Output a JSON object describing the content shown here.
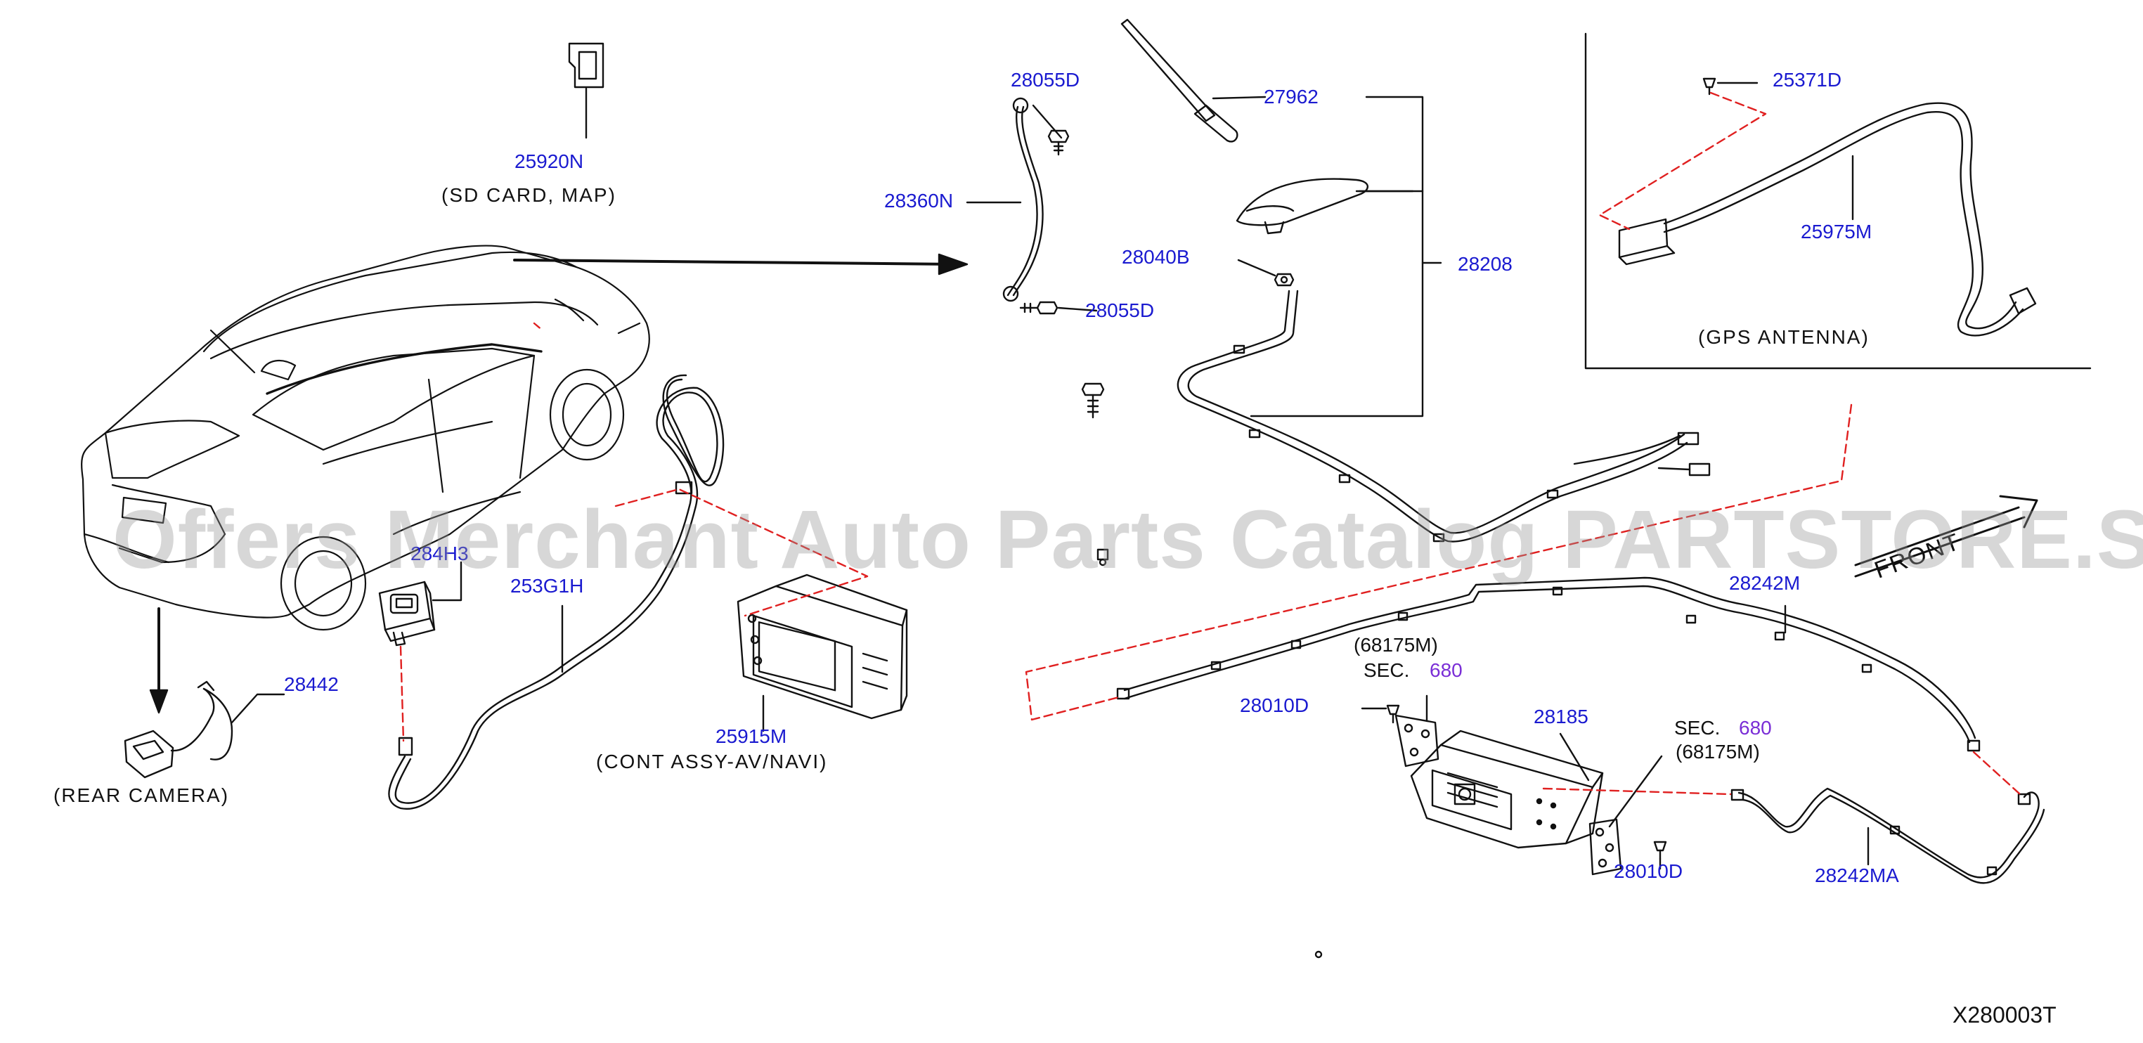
{
  "colors": {
    "part_number": "#1a1ad0",
    "section_number": "#7a2ed6",
    "dashed_leader": "#e02020",
    "line_art": "#111111",
    "watermark": "#999999"
  },
  "watermark": "Offers Merchant Auto Parts Catalog PARTSTORE.SA",
  "labels": {
    "p25920N": "25920N",
    "sd_card_caption": "(SD   CARD,   MAP)",
    "p28055D_top": "28055D",
    "p28360N": "28360N",
    "p27962": "27962",
    "p28040B": "28040B",
    "p28055D_bottom": "28055D",
    "p28208": "28208",
    "p25371D": "25371D",
    "p25975M": "25975M",
    "gps_caption": "(GPS   ANTENNA)",
    "p284H3": "284H3",
    "p253G1H": "253G1H",
    "p25915M": "25915M",
    "nav_caption": "(CONT   ASSY-AV/NAVI)",
    "p28442": "28442",
    "rear_camera_caption": "(REAR   CAMERA)",
    "p28242M": "28242M",
    "ref_68175M_left": "(68175M)",
    "sec_left_prefix": "SEC.",
    "sec_left_num": "680",
    "p28010D_left": "28010D",
    "p28185": "28185",
    "sec_right_prefix": "SEC.",
    "sec_right_num": "680",
    "ref_68175M_right": "(68175M)",
    "p28010D_right": "28010D",
    "p28242MA": "28242MA",
    "front": "FRONT",
    "diagram_code": "X280003T"
  }
}
